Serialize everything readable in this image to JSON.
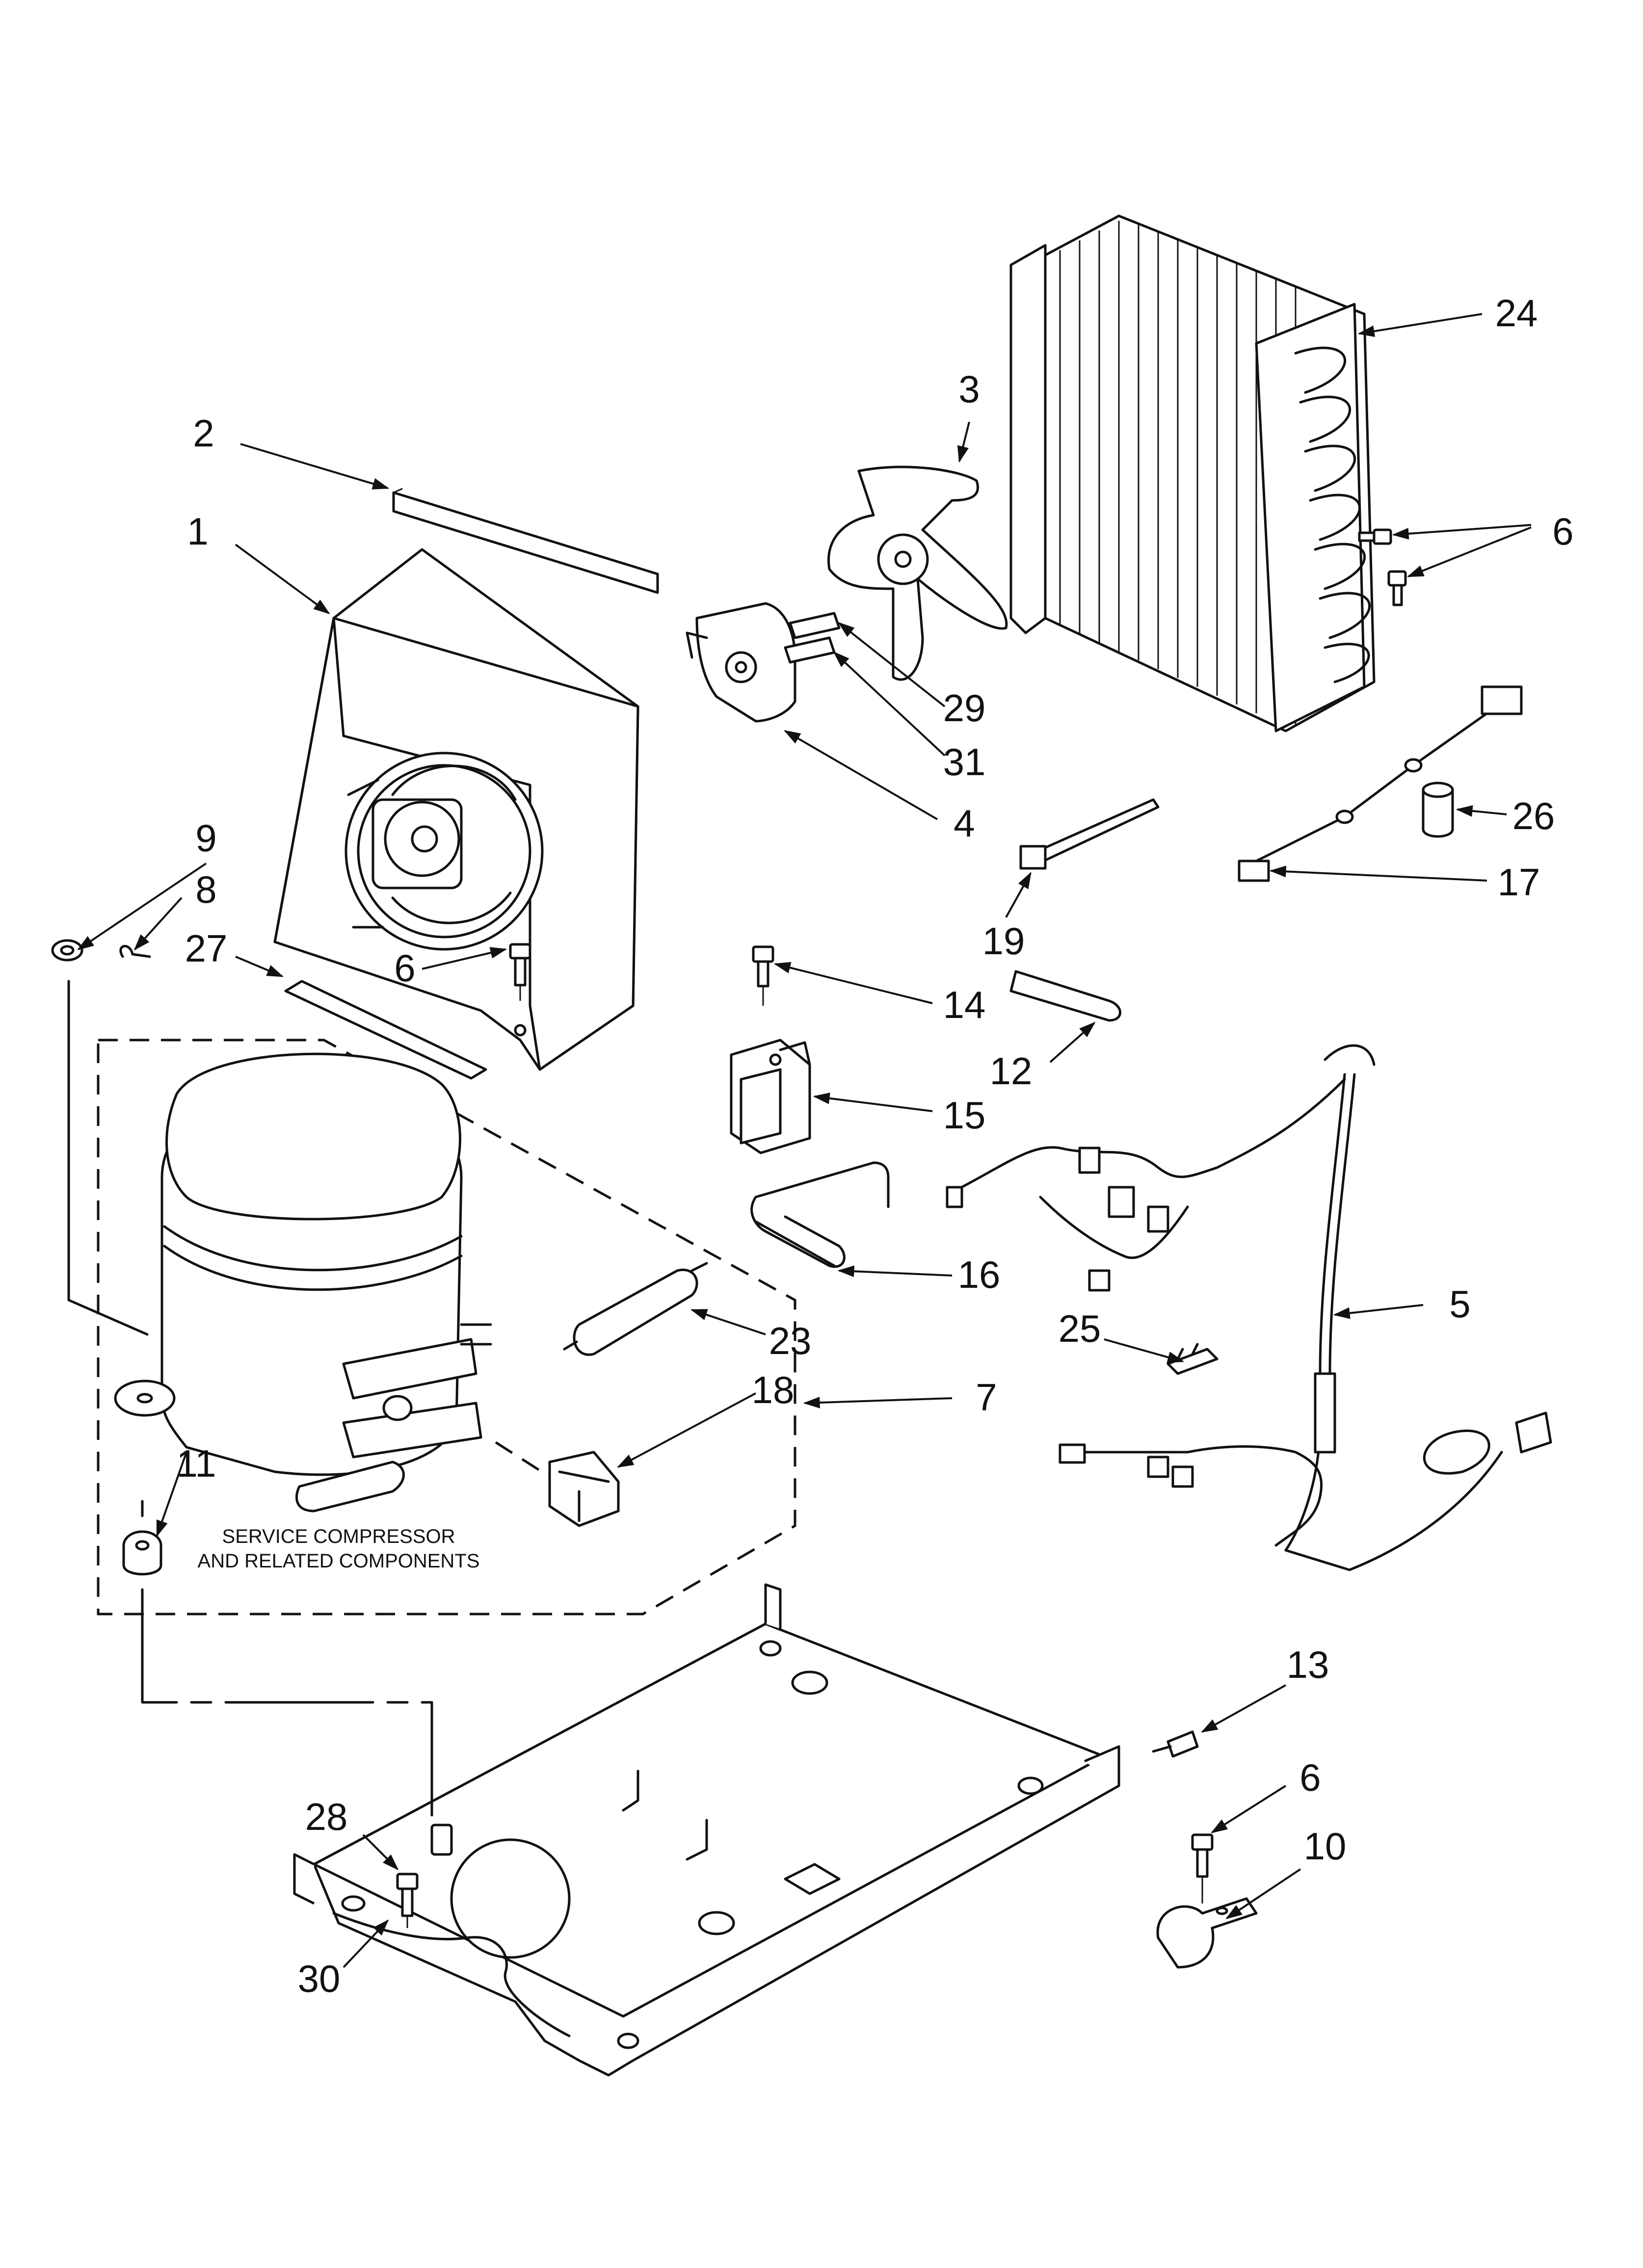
{
  "diagram": {
    "callouts": [
      {
        "id": "c1",
        "label": "1"
      },
      {
        "id": "c2",
        "label": "2"
      },
      {
        "id": "c3",
        "label": "3"
      },
      {
        "id": "c4",
        "label": "4"
      },
      {
        "id": "c5",
        "label": "5"
      },
      {
        "id": "c6a",
        "label": "6"
      },
      {
        "id": "c6b",
        "label": "6"
      },
      {
        "id": "c6c",
        "label": "6"
      },
      {
        "id": "c7",
        "label": "7"
      },
      {
        "id": "c8",
        "label": "8"
      },
      {
        "id": "c9",
        "label": "9"
      },
      {
        "id": "c10",
        "label": "10"
      },
      {
        "id": "c11",
        "label": "11"
      },
      {
        "id": "c12",
        "label": "12"
      },
      {
        "id": "c13",
        "label": "13"
      },
      {
        "id": "c14",
        "label": "14"
      },
      {
        "id": "c15",
        "label": "15"
      },
      {
        "id": "c16",
        "label": "16"
      },
      {
        "id": "c17",
        "label": "17"
      },
      {
        "id": "c18",
        "label": "18"
      },
      {
        "id": "c19",
        "label": "19"
      },
      {
        "id": "c23",
        "label": "23"
      },
      {
        "id": "c24",
        "label": "24"
      },
      {
        "id": "c25",
        "label": "25"
      },
      {
        "id": "c26",
        "label": "26"
      },
      {
        "id": "c27",
        "label": "27"
      },
      {
        "id": "c28",
        "label": "28"
      },
      {
        "id": "c29",
        "label": "29"
      },
      {
        "id": "c30",
        "label": "30"
      },
      {
        "id": "c31",
        "label": "31"
      }
    ],
    "service_note": {
      "line1": "SERVICE COMPRESSOR",
      "line2": "AND RELATED COMPONENTS"
    }
  }
}
